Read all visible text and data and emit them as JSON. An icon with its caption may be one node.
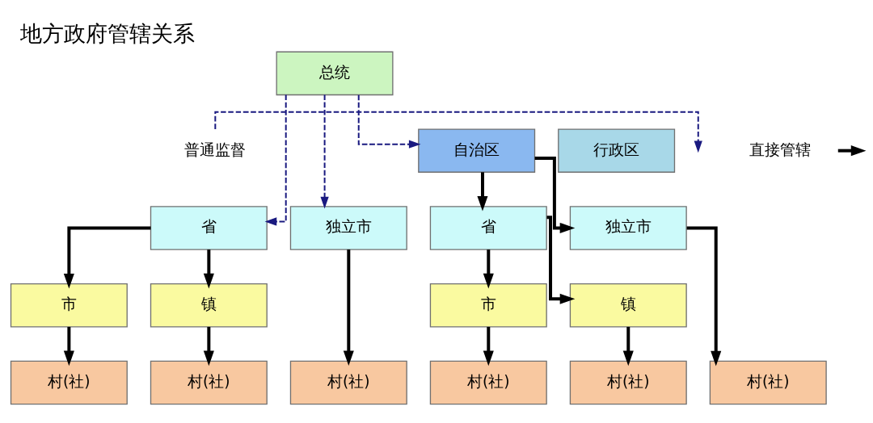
{
  "diagram": {
    "title": "地方政府管辖关系",
    "nodes": [
      {
        "text": [
          "总统"
        ]
      },
      {
        "text": [
          "行政区"
        ]
      },
      {
        "text": [
          "自治区"
        ]
      },
      {
        "text": [
          "省"
        ]
      },
      {
        "text": [
          "独立市"
        ]
      },
      {
        "text": [
          "省"
        ]
      },
      {
        "text": [
          "独立市"
        ]
      },
      {
        "text": [
          "市"
        ]
      },
      {
        "text": [
          "镇"
        ]
      },
      {
        "text": [
          "市"
        ]
      },
      {
        "text": [
          "镇"
        ]
      },
      {
        "text": [
          "村(社)"
        ]
      },
      {
        "text": [
          "村(社)"
        ]
      },
      {
        "text": [
          "村(社)"
        ]
      },
      {
        "text": [
          "村(社)"
        ]
      },
      {
        "text": [
          "村(社)"
        ]
      },
      {
        "text": [
          "村(社)"
        ]
      }
    ],
    "edges": [
      {
        "from": 0,
        "to": 3,
        "arrow": "to",
        "style": "dashed",
        "color": "#1a1a80"
      },
      {
        "from": 0,
        "to": 4,
        "arrow": "to",
        "style": "dashed",
        "color": "#1a1a80"
      },
      {
        "from": 0,
        "to": 2,
        "arrow": "to",
        "style": "dashed",
        "color": "#1a1a80"
      },
      {
        "from": 2,
        "to": 5,
        "arrow": "to"
      },
      {
        "from": 2,
        "to": 6,
        "arrow": "to"
      },
      {
        "from": 3,
        "to": 7,
        "arrow": "to"
      },
      {
        "from": 3,
        "to": 8,
        "arrow": "to"
      },
      {
        "from": 4,
        "to": 13,
        "arrow": "to"
      },
      {
        "from": 5,
        "to": 9,
        "arrow": "to"
      },
      {
        "from": 5,
        "to": 10,
        "arrow": "to"
      },
      {
        "from": 6,
        "to": 16,
        "arrow": "to"
      },
      {
        "from": 7,
        "to": 11,
        "arrow": "to"
      },
      {
        "from": 8,
        "to": 12,
        "arrow": "to"
      },
      {
        "from": 9,
        "to": 14,
        "arrow": "to"
      },
      {
        "from": 10,
        "to": 15,
        "arrow": "to"
      }
    ],
    "legend": [
      {
        "text": "普通监督"
      },
      {
        "text": "直接管辖"
      }
    ]
  }
}
